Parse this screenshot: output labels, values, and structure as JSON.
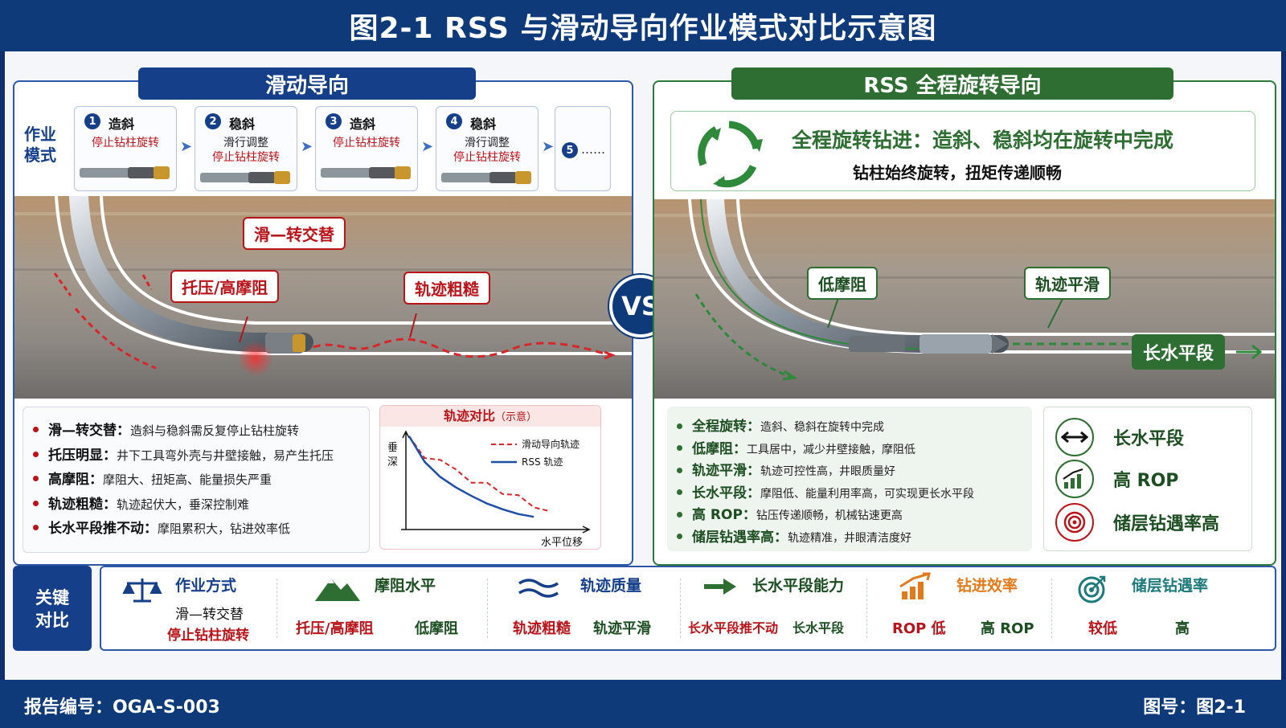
{
  "title": "图2-1 RSS 与滑动导向作业模式对比示意图",
  "left": {
    "title": "滑动导向",
    "mode_label": "作业模式",
    "steps": [
      {
        "num": "1",
        "title": "造斜",
        "sub1": "停止钻柱旋转",
        "sub2": ""
      },
      {
        "num": "2",
        "title": "稳斜",
        "sub1": "滑行调整",
        "sub2": "停止钻柱旋转"
      },
      {
        "num": "3",
        "title": "造斜",
        "sub1": "停止钻柱旋转",
        "sub2": ""
      },
      {
        "num": "4",
        "title": "稳斜",
        "sub1": "滑行调整",
        "sub2": "停止钻柱旋转"
      },
      {
        "num": "5",
        "title": "……"
      }
    ],
    "callouts": {
      "alternate": "滑—转交替",
      "drag": "托压/高摩阻",
      "rough": "轨迹粗糙"
    },
    "points": [
      {
        "k": "滑—转交替：",
        "v": "造斜与稳斜需反复停止钻柱旋转"
      },
      {
        "k": "托压明显：",
        "v": "井下工具弯外壳与井壁接触，易产生托压"
      },
      {
        "k": "高摩阻：",
        "v": "摩阻大、扭矩高、能量损失严重"
      },
      {
        "k": "轨迹粗糙：",
        "v": "轨迹起伏大，垂深控制难"
      },
      {
        "k": "长水平段推不动：",
        "v": "摩阻累积大，钻进效率低"
      }
    ]
  },
  "chart_data": {
    "type": "line",
    "title": "轨迹对比",
    "subtitle": "（示意）",
    "xlabel": "水平位移",
    "ylabel": "垂深",
    "series": [
      {
        "name": "滑动导向轨迹",
        "color": "#d8262b",
        "style": "dashed",
        "x": [
          0,
          0.1,
          0.2,
          0.3,
          0.4,
          0.5,
          0.6,
          0.7,
          0.8,
          0.9
        ],
        "y": [
          0.95,
          0.72,
          0.7,
          0.6,
          0.46,
          0.46,
          0.34,
          0.33,
          0.2,
          0.16
        ]
      },
      {
        "name": "RSS 轨迹",
        "color": "#1f4ea6",
        "style": "solid",
        "x": [
          0,
          0.1,
          0.2,
          0.3,
          0.4,
          0.5,
          0.6,
          0.7,
          0.8
        ],
        "y": [
          0.95,
          0.68,
          0.52,
          0.41,
          0.32,
          0.24,
          0.18,
          0.13,
          0.1
        ]
      }
    ]
  },
  "right": {
    "title": "RSS 全程旋转导向",
    "feature_line1": "全程旋转钻进：造斜、稳斜均在旋转中完成",
    "feature_line2": "钻柱始终旋转，扭矩传递顺畅",
    "callouts": {
      "low": "低摩阻",
      "smooth": "轨迹平滑",
      "long": "长水平段"
    },
    "points": [
      {
        "k": "全程旋转：",
        "v": "造斜、稳斜在旋转中完成"
      },
      {
        "k": "低摩阻：",
        "v": "工具居中，减少井壁接触，摩阻低"
      },
      {
        "k": "轨迹平滑：",
        "v": "轨迹可控性高，井眼质量好"
      },
      {
        "k": "长水平段：",
        "v": "摩阻低、能量利用率高，可实现更长水平段"
      },
      {
        "k": "高 ROP：",
        "v": "钻压传递顺畅，机械钻速更高"
      },
      {
        "k": "储层钻遇率高：",
        "v": "轨迹精准，井眼清洁度好"
      }
    ],
    "benefits": [
      "长水平段",
      "高 ROP",
      "储层钻遇率高"
    ]
  },
  "vs": "VS",
  "key": {
    "label": "关键对比",
    "cols": [
      {
        "head": "作业方式",
        "a": "滑—转交替",
        "a2": "停止钻柱旋转",
        "b": ""
      },
      {
        "head": "摩阻水平",
        "a": "托压/高摩阻",
        "b": "低摩阻"
      },
      {
        "head": "轨迹质量",
        "a": "轨迹粗糙",
        "b": "轨迹平滑"
      },
      {
        "head": "长水平段能力",
        "a": "长水平段推不动",
        "b": "长水平段"
      },
      {
        "head": "钻进效率",
        "a": "ROP 低",
        "b": "高 ROP"
      },
      {
        "head": "储层钻遇率",
        "a": "较低",
        "b": "高"
      }
    ]
  },
  "footer": {
    "report": "报告编号：OGA-S-003",
    "figure": "图号：图2-1"
  },
  "colors": {
    "navy": "#0f3a7a",
    "green": "#2e6e32",
    "red": "#b8141a"
  }
}
